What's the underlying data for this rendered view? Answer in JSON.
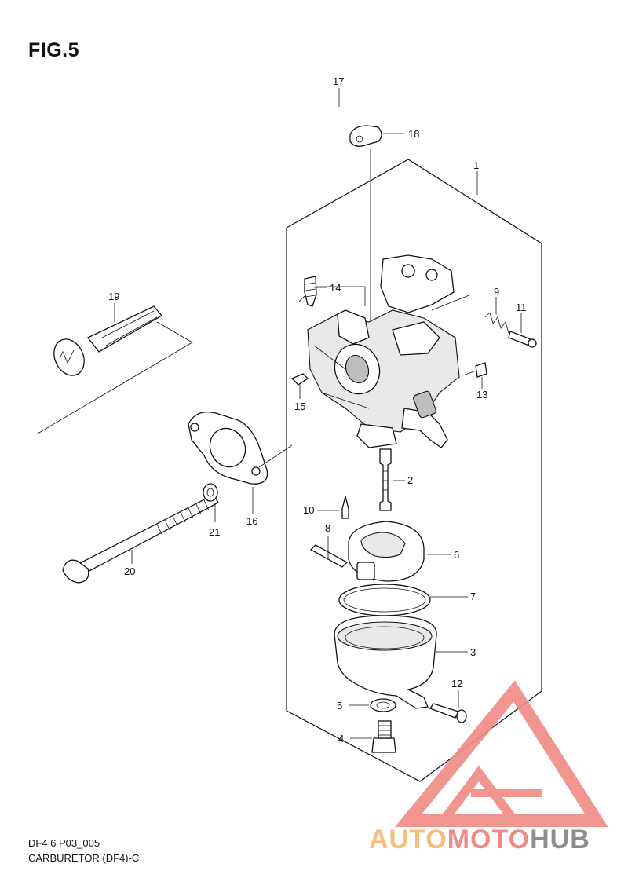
{
  "title": "FIG.5",
  "footer": {
    "code": "DF4 6 P03_005",
    "caption": "CARBURETOR (DF4)-C"
  },
  "watermark": {
    "part1": "AUTO",
    "part2": "MOTO",
    "part3": "HUB",
    "color_light": "#f7bd79",
    "color_mid": "#f08a85",
    "color_dark": "#8e8e8e"
  },
  "callouts": {
    "c1": "1",
    "c2": "2",
    "c3": "3",
    "c4": "4",
    "c5": "5",
    "c6": "6",
    "c7": "7",
    "c8": "8",
    "c9": "9",
    "c10": "10",
    "c11": "11",
    "c12": "12",
    "c13": "13",
    "c14": "14",
    "c15": "15",
    "c16": "16",
    "c17": "17",
    "c18": "18",
    "c19": "19",
    "c20": "20",
    "c21": "21"
  }
}
